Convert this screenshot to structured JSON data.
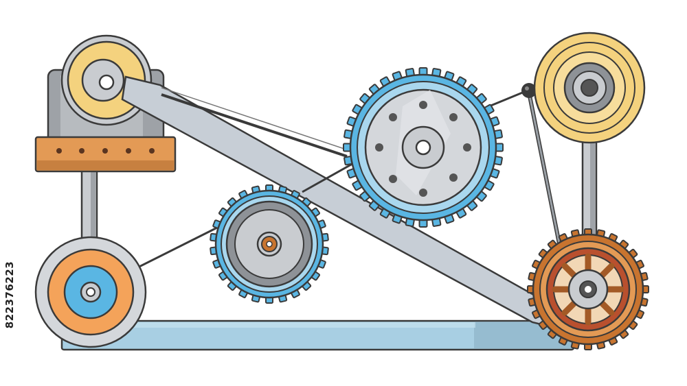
{
  "stock_id": "822376223",
  "colors": {
    "outline": "#3a3a3a",
    "steel": "#c9ccd0",
    "steel_dark": "#8e9297",
    "blue": "#5ab6e3",
    "blue_light": "#a9d7ee",
    "rail": "#a8cfe3",
    "wood": "#e39a55",
    "cream": "#f4d27e",
    "copper": "#c8742f",
    "rust": "#b9502e"
  },
  "icons": [
    "large-blue-gear",
    "small-blue-gear",
    "copper-gear",
    "cream-pulley",
    "blue-orange-pulley",
    "mounted-pulley",
    "belt"
  ]
}
